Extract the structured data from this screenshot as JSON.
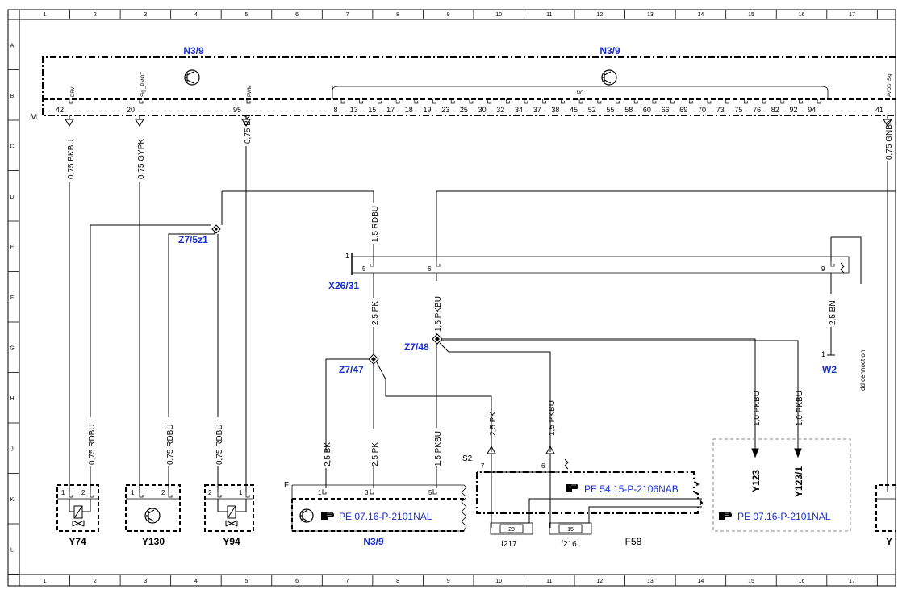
{
  "grid": {
    "columns": [
      "1",
      "2",
      "3",
      "4",
      "5",
      "6",
      "7",
      "8",
      "9",
      "10",
      "11",
      "12",
      "13",
      "14",
      "15",
      "16",
      "17"
    ],
    "rows": [
      "A",
      "B",
      "C",
      "D",
      "E",
      "F",
      "G",
      "H",
      "J",
      "K",
      "L"
    ]
  },
  "ecu": {
    "name_left": "N3/9",
    "name_right": "N3/9",
    "frame_label": "M",
    "nc_label": "NC",
    "pins_left": [
      {
        "num": "42",
        "sig": "DRV"
      },
      {
        "num": "20",
        "sig": "Sig._PMOT"
      },
      {
        "num": "95",
        "sig": "PWM"
      }
    ],
    "nc_pins": [
      "8",
      "13",
      "15",
      "17",
      "18",
      "19",
      "23",
      "25",
      "30",
      "32",
      "34",
      "37",
      "38",
      "45",
      "52",
      "55",
      "58",
      "60",
      "66",
      "69",
      "70",
      "73",
      "75",
      "76",
      "82",
      "92",
      "94"
    ],
    "pin_right": {
      "num": "41",
      "sig": "AVOD_Sig"
    }
  },
  "wires": {
    "w1": "0,75 BKBU",
    "w2": "0,75 GYPK",
    "w3": "0,75 BK",
    "w4": "0,75 GNBN",
    "w5": "1,5 RDBU",
    "w6": "2,5 PK",
    "w7": "1,5 PKBU",
    "w8": "2,5 BN",
    "w9": "0,75 RDBU",
    "w10": "0,75 RDBU",
    "w11": "0,75 RDBU",
    "w12": "2,5 BK",
    "w13": "2,5 PK",
    "w14": "1,5 PKBU",
    "w15": "2,5 PK",
    "w16": "1,5 PKBU",
    "w17": "1,0 PKBU",
    "w18": "1,0 PKBU"
  },
  "splices": {
    "z1": "Z7/5z1",
    "z2": "Z7/47",
    "z3": "Z7/48"
  },
  "connector": {
    "name": "X26/31",
    "end_num": "1",
    "pins": [
      "5",
      "6",
      "9"
    ]
  },
  "ground": {
    "name": "W2",
    "num": "1"
  },
  "note_vertical": "dd cennoct on",
  "components": {
    "y74": {
      "name": "Y74",
      "pin1": "1",
      "pin2": "2"
    },
    "y130": {
      "name": "Y130",
      "pin1": "1",
      "pin2": "2"
    },
    "y94": {
      "name": "Y94",
      "pin1": "2",
      "pin2": "1"
    },
    "n39": {
      "name": "N3/9",
      "frame_label": "F",
      "pin_a": "1",
      "pin_b": "3",
      "pin_c": "5",
      "ref": "PE 07.16-P-2101NAL"
    },
    "f58": {
      "name": "F58",
      "label_s2": "S2",
      "pin_a": "7",
      "pin_b": "6",
      "ref": "PE 54.15-P-2106NAB",
      "fuse1_value": "20",
      "fuse1_name": "f217",
      "fuse2_value": "15",
      "fuse2_name": "f216"
    },
    "y123": {
      "name_a": "Y123",
      "name_b": "Y123/1",
      "ref": "PE 07.16-P-2101NAL"
    },
    "right_edge": {
      "name": "Y"
    }
  },
  "colors": {
    "link": "#1a2fd0",
    "line": "#000000",
    "box_grey": "#888888"
  }
}
